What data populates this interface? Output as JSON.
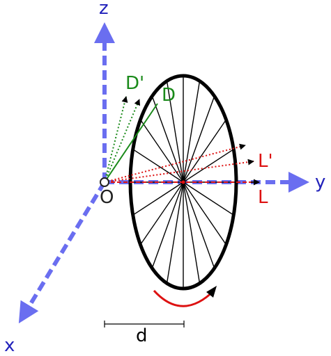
{
  "labels": {
    "z": "z",
    "y": "y",
    "x": "x",
    "origin": "O",
    "D": "D",
    "D_prime": "D'",
    "L": "L",
    "L_prime": "L'",
    "d": "d"
  },
  "colors": {
    "axis": "#6a6ef0",
    "axis_label": "#2222bb",
    "green": "#1a8a1a",
    "red": "#dd1111",
    "wheel": "#000000"
  },
  "wheel": {
    "spoke_count": 20
  }
}
